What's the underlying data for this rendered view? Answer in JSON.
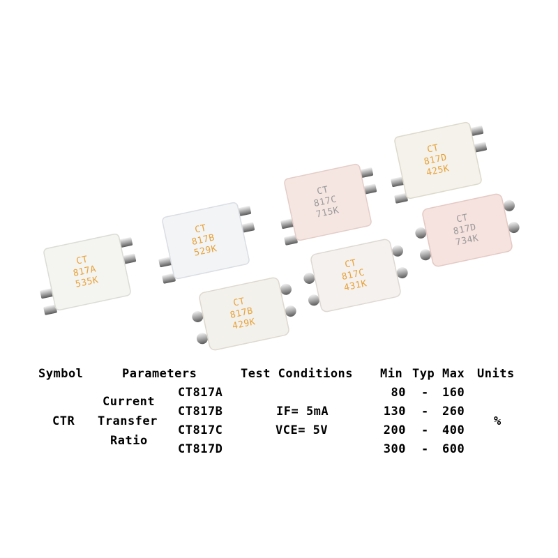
{
  "chips": [
    {
      "line1": "CT",
      "line2": "817A",
      "line3": "535K",
      "body": "#f4f4f0",
      "ink": "#e8a23a"
    },
    {
      "line1": "CT",
      "line2": "817B",
      "line3": "529K",
      "body": "#f2f4f6",
      "ink": "#e8a23a"
    },
    {
      "line1": "CT",
      "line2": "817C",
      "line3": "715K",
      "body": "#f6e6e2",
      "ink": "#9a9a9a"
    },
    {
      "line1": "CT",
      "line2": "817D",
      "line3": "425K",
      "body": "#f4f2ea",
      "ink": "#e8a23a"
    },
    {
      "line1": "CT",
      "line2": "817B",
      "line3": "429K",
      "body": "#f3f1ec",
      "ink": "#e8a23a"
    },
    {
      "line1": "CT",
      "line2": "817C",
      "line3": "431K",
      "body": "#f4f1ee",
      "ink": "#e8a23a"
    },
    {
      "line1": "CT",
      "line2": "817D",
      "line3": "734K",
      "body": "#f6e2de",
      "ink": "#9a9a9a"
    }
  ],
  "table": {
    "headers": {
      "symbol": "Symbol",
      "parameters": "Parameters",
      "test": "Test Conditions",
      "min": "Min",
      "typ": "Typ",
      "max": "Max",
      "units": "Units"
    },
    "symbol": "CTR",
    "param_lines": [
      "Current",
      "Transfer",
      "Ratio"
    ],
    "conditions": [
      "IF= 5mA",
      "VCE= 5V"
    ],
    "unit": "%",
    "rows": [
      {
        "model": "CT817A",
        "min": "80",
        "typ": "-",
        "max": "160"
      },
      {
        "model": "CT817B",
        "min": "130",
        "typ": "-",
        "max": "260"
      },
      {
        "model": "CT817C",
        "min": "200",
        "typ": "-",
        "max": "400"
      },
      {
        "model": "CT817D",
        "min": "300",
        "typ": "-",
        "max": "600"
      }
    ]
  }
}
